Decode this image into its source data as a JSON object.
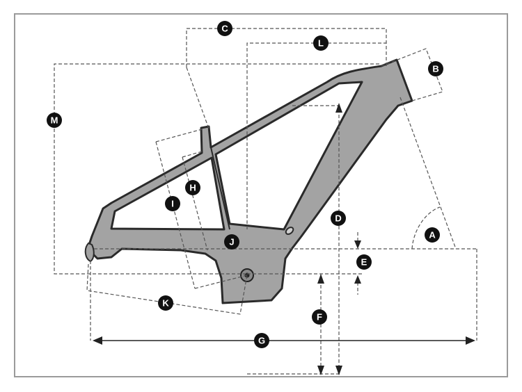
{
  "colors": {
    "frame_fill": "#a3a3a3",
    "frame_outline": "#2a2a2a",
    "dimension_line": "#555555",
    "badge": "#111111",
    "badge_text": "#ffffff",
    "border": "#9a9a9a"
  },
  "labels": {
    "A": "A",
    "B": "B",
    "C": "C",
    "D": "D",
    "E": "E",
    "F": "F",
    "G": "G",
    "H": "H",
    "I": "I",
    "J": "J",
    "K": "K",
    "L": "L",
    "M": "M"
  }
}
